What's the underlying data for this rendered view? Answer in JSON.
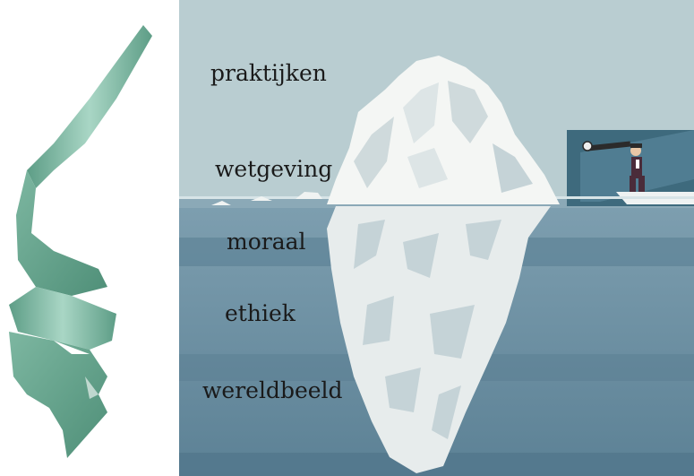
{
  "layers": [
    {
      "id": "praktijken",
      "label": "praktijken",
      "zone": "above-water"
    },
    {
      "id": "wetgeving",
      "label": "wetgeving",
      "zone": "waterline"
    },
    {
      "id": "moraal",
      "label": "moraal",
      "zone": "below-water"
    },
    {
      "id": "ethiek",
      "label": "ethiek",
      "zone": "below-water"
    },
    {
      "id": "wereldbeeld",
      "label": "wereldbeeld",
      "zone": "below-water"
    }
  ],
  "icons": {
    "ribbon": "green-ribbon-arrow-icon",
    "iceberg": "iceberg-icon",
    "figure": "businessman-with-telescope-icon",
    "boat": "boat-icon"
  },
  "colors": {
    "sky": "#b9cdd1",
    "water_top": "#6f91a4",
    "water_mid": "#6a8da0",
    "water_deep": "#4f7389",
    "ice_light": "#f4f6f4",
    "ice_shadow": "#c5d3d7",
    "ribbon_light": "#9ecdbb",
    "ribbon_dark": "#5d9d86",
    "panel_dark": "#3e6a7d",
    "suit": "#4a2c3a"
  }
}
